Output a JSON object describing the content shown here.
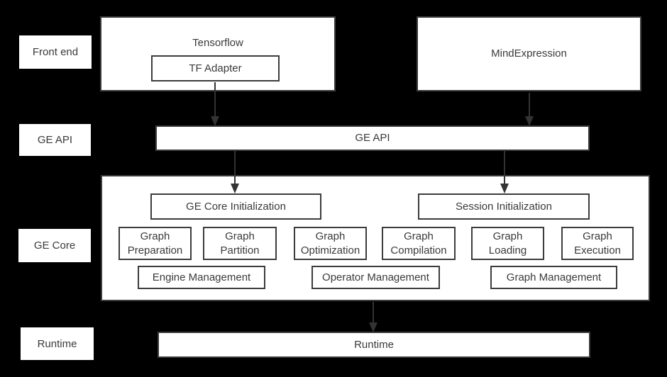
{
  "palette": {
    "background": "#000000",
    "box_fill": "#ffffff",
    "box_border": "#3c3c3c",
    "text": "#3a3a3a",
    "arrow": "#333333"
  },
  "row_labels": {
    "front_end": "Front end",
    "ge_api": "GE API",
    "ge_core": "GE Core",
    "runtime": "Runtime"
  },
  "front_end": {
    "tensorflow_label": "Tensorflow",
    "tf_adapter_label": "TF Adapter",
    "mindexpression_label": "MindExpression"
  },
  "ge_api": {
    "bar_label": "GE API"
  },
  "ge_core": {
    "init_boxes": [
      "GE Core Initialization",
      "Session Initialization"
    ],
    "stage_boxes": [
      "Graph Preparation",
      "Graph Partition",
      "Graph Optimization",
      "Graph Compilation",
      "Graph Loading",
      "Graph Execution"
    ],
    "management_boxes": [
      "Engine Management",
      "Operator Management",
      "Graph Management"
    ]
  },
  "runtime": {
    "bar_label": "Runtime"
  },
  "connections": [
    {
      "from": "tf-adapter-box",
      "to": "ge-api-bar"
    },
    {
      "from": "mindexpression-box",
      "to": "ge-api-bar"
    },
    {
      "from": "ge-api-bar",
      "to": "ge-core-initialization-box"
    },
    {
      "from": "ge-api-bar",
      "to": "session-initialization-box"
    },
    {
      "from": "ge-core-box",
      "to": "runtime-bar"
    }
  ]
}
